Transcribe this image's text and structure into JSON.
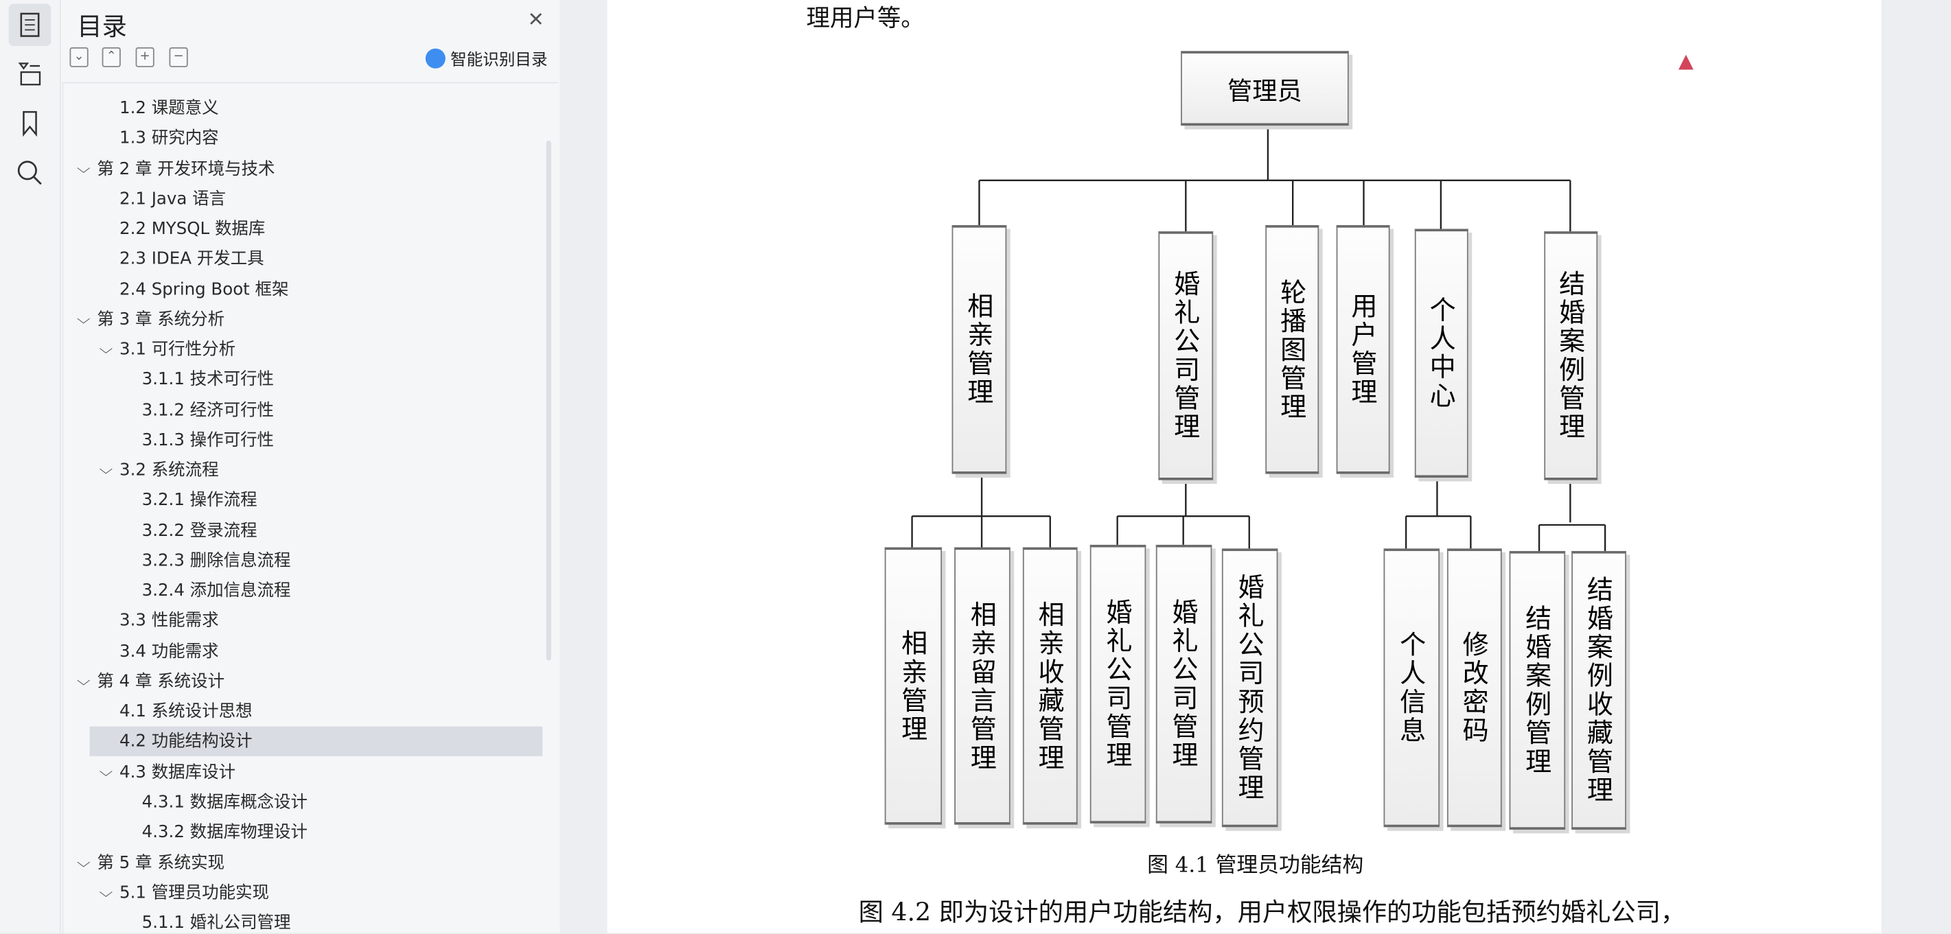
{
  "sidebar": {
    "title": "目录",
    "smart_label": "智能识别目录",
    "icons": [
      "toc-icon",
      "outline-icon",
      "bookmark-icon",
      "search-icon"
    ],
    "items": [
      {
        "label": "1.2  课题意义",
        "level": 2
      },
      {
        "label": "1.3  研究内容",
        "level": 2
      },
      {
        "label": "第 2 章  开发环境与技术",
        "level": 1,
        "expanded": true
      },
      {
        "label": "2.1 Java 语言",
        "level": 2
      },
      {
        "label": "2.2 MYSQL 数据库",
        "level": 2
      },
      {
        "label": "2.3 IDEA 开发工具",
        "level": 2
      },
      {
        "label": "2.4 Spring Boot 框架",
        "level": 2
      },
      {
        "label": "第 3 章  系统分析",
        "level": 1,
        "expanded": true
      },
      {
        "label": "3.1  可行性分析",
        "level": 2,
        "expanded": true
      },
      {
        "label": "3.1.1  技术可行性",
        "level": 3
      },
      {
        "label": "3.1.2  经济可行性",
        "level": 3
      },
      {
        "label": "3.1.3  操作可行性",
        "level": 3
      },
      {
        "label": "3.2  系统流程",
        "level": 2,
        "expanded": true
      },
      {
        "label": "3.2.1  操作流程",
        "level": 3
      },
      {
        "label": "3.2.2  登录流程",
        "level": 3
      },
      {
        "label": "3.2.3  删除信息流程",
        "level": 3
      },
      {
        "label": "3.2.4  添加信息流程",
        "level": 3
      },
      {
        "label": "3.3  性能需求",
        "level": 2
      },
      {
        "label": "3.4  功能需求",
        "level": 2
      },
      {
        "label": "第 4 章  系统设计",
        "level": 1,
        "expanded": true
      },
      {
        "label": "4.1  系统设计思想",
        "level": 2
      },
      {
        "label": "4.2  功能结构设计",
        "level": 2,
        "selected": true
      },
      {
        "label": "4.3  数据库设计",
        "level": 2,
        "expanded": true
      },
      {
        "label": "4.3.1  数据库概念设计",
        "level": 3
      },
      {
        "label": "4.3.2  数据库物理设计",
        "level": 3
      },
      {
        "label": "第 5 章  系统实现",
        "level": 1,
        "expanded": true
      },
      {
        "label": "5.1  管理员功能实现",
        "level": 2,
        "expanded": true
      },
      {
        "label": "5.1.1  婚礼公司管理",
        "level": 3
      }
    ]
  },
  "document": {
    "text_top": "理用户等。",
    "diagram": {
      "root": "管理员",
      "level1": [
        "相亲管理",
        "婚礼公司管理",
        "轮播图管理",
        "用户管理",
        "个人中心",
        "结婚案例管理"
      ],
      "level2": [
        "相亲管理",
        "相亲留言管理",
        "相亲收藏管理",
        "婚礼公司管理",
        "婚礼公司管理",
        "婚礼公司预约管理",
        "个人信息",
        "修改密码",
        "结婚案例管理",
        "结婚案例收藏管理"
      ]
    },
    "caption": "图 4.1  管理员功能结构",
    "text_bottom": "图 4.2 即为设计的用户功能结构，用户权限操作的功能包括预约婚礼公司，",
    "marker_color": "#d2455a"
  }
}
